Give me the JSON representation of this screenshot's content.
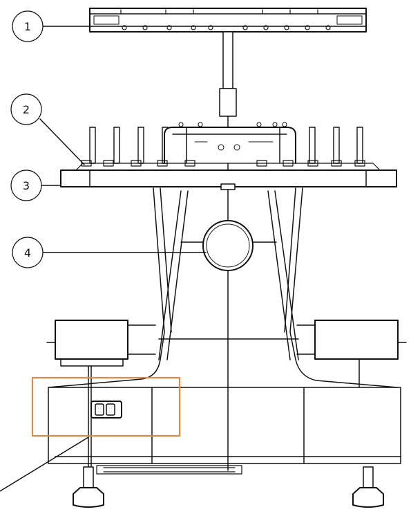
{
  "callouts": [
    {
      "id": "1",
      "label": "1"
    },
    {
      "id": "2",
      "label": "2"
    },
    {
      "id": "3",
      "label": "3"
    },
    {
      "id": "4",
      "label": "4"
    }
  ],
  "colors": {
    "line": "#111111",
    "highlight": "#e08a4a",
    "background": "#ffffff"
  }
}
